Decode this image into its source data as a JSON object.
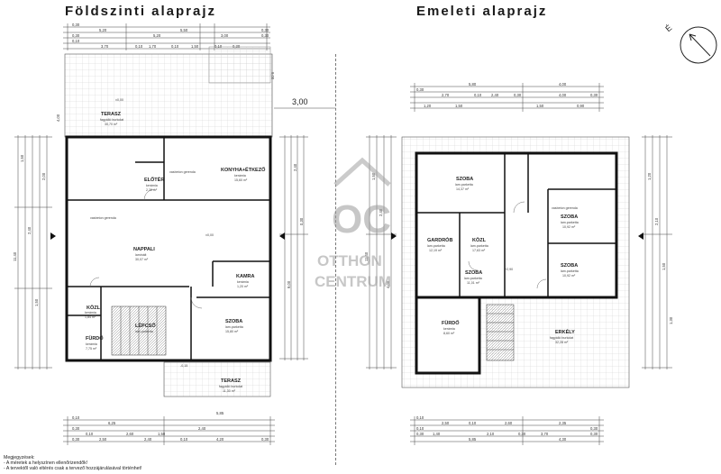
{
  "titles": {
    "ground": "Földszinti alaprajz",
    "upper": "Emeleti alaprajz"
  },
  "watermark": {
    "logo": "OC",
    "line1": "OTTHON",
    "line2": "CENTRUM"
  },
  "compass": {
    "label": "É"
  },
  "ground_floor": {
    "rooms": [
      {
        "name": "TERASZ",
        "floor": "fagyálló burkolat",
        "area": "30,70 m²"
      },
      {
        "name": "ELŐTÉR",
        "floor": "kerámia",
        "area": "2,30 m²"
      },
      {
        "name": "KONYHA+ÉTKEZŐ",
        "floor": "kerámia",
        "area": "15,60 m²"
      },
      {
        "name": "NAPPALI",
        "floor": "laminált",
        "area": "30,07 m²"
      },
      {
        "name": "KAMRA",
        "floor": "kerámia",
        "area": "1,20 m²"
      },
      {
        "name": "KÖZL",
        "floor": "kerámia",
        "area": "1,84 m²"
      },
      {
        "name": "LÉPCSŐ",
        "floor": "lam.parketta",
        "area": ""
      },
      {
        "name": "FÜRDŐ",
        "floor": "kerámia",
        "area": "7,75 m²"
      },
      {
        "name": "SZOBA",
        "floor": "lam.parketta",
        "area": "15,80 m²"
      },
      {
        "name": "TERASZ",
        "floor": "fagyálló burkolat",
        "area": "11,30 m²"
      }
    ],
    "beams": [
      "vasbeton gerenda",
      "vasbeton gerenda"
    ],
    "levels": [
      "±0,00",
      "±0,00",
      "-0,15"
    ],
    "marker": "3,00",
    "dims": {
      "top_rows": [
        "0,30",
        "5,20",
        "5,50",
        "0,30",
        "0,30",
        "5,20",
        "3,00",
        "0,30",
        "0,10",
        "3,70",
        "0,10",
        "1,70",
        "0,10",
        "1,50",
        "0,10",
        "0,30"
      ],
      "side": [
        "11,30",
        "9,00",
        "4,00",
        "1,20",
        "2,00",
        "0,30",
        "1,50",
        "2,40",
        "1,50",
        "11,40",
        "2,40"
      ],
      "bottom_rows": [
        "0,10",
        "6,25",
        "0,30",
        "2,40",
        "0,10",
        "2,60",
        "1,50",
        "0,30",
        "2,50",
        "2,40",
        "0,10",
        "4,20",
        "0,30",
        "5,85",
        "0,30",
        "9,00",
        "11,30"
      ]
    }
  },
  "upper_floor": {
    "rooms": [
      {
        "name": "SZOBA",
        "floor": "lam.parketta",
        "area": "14,37 m²"
      },
      {
        "name": "SZOBA",
        "floor": "lam.parketta",
        "area": "10,92 m²"
      },
      {
        "name": "GARDRÓB",
        "floor": "lam.parketta",
        "area": "12,19 m²"
      },
      {
        "name": "KÖZL",
        "floor": "lam.parketta",
        "area": "17,63 m²"
      },
      {
        "name": "SZOBA",
        "floor": "lam.parketta",
        "area": "10,92 m²"
      },
      {
        "name": "SZOBA",
        "floor": "lam.parketta",
        "area": "11,01 m²"
      },
      {
        "name": "FÜRDŐ",
        "floor": "kerámia",
        "area": "8,60 m²"
      },
      {
        "name": "ERKÉLY",
        "floor": "fagyálló burkolat",
        "area": "32,28 m²"
      }
    ],
    "beams": [
      "vasbeton gerenda"
    ],
    "levels": [
      "+2,90"
    ],
    "dims": {
      "top_rows": [
        "5,80",
        "4,00",
        "0,30",
        "2,70",
        "0,10",
        "2,40",
        "0,30",
        "4,00",
        "0,30",
        "1,20",
        "1,50",
        "1,50",
        "0,90"
      ],
      "side": [
        "1,50",
        "2,40",
        "1,50",
        "11,40",
        "4,00",
        "1,20",
        "2,10",
        "1,50",
        "1,20",
        "1,30"
      ],
      "bottom_rows": [
        "0,10",
        "2,50",
        "0,10",
        "2,60",
        "2,35",
        "0,10",
        "0,30",
        "0,30",
        "1,40",
        "2,10",
        "0,30",
        "3,70",
        "0,30",
        "5,85",
        "4,30"
      ]
    }
  },
  "notes": {
    "heading": "Megjegyzések:",
    "line1": "- A méretek a helyszínen ellenőrizendők!",
    "line2": "- A tervektől való eltérés csak a tervező hozzájárulásával történhet!"
  }
}
